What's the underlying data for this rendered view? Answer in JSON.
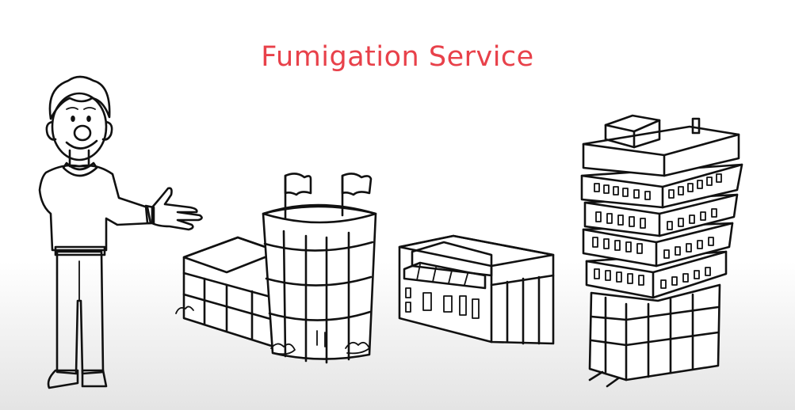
{
  "scene": {
    "title": "Fumigation Service",
    "colors": {
      "title": "#e8414a",
      "sweater": "#2aa5dc",
      "trousers": "#a9a9a9",
      "hair": "#8d8d8d",
      "ink": "#111111"
    },
    "illustrations": [
      "presenter-man",
      "office-building-with-flags",
      "shop-with-awning",
      "stacked-tower-building"
    ]
  }
}
